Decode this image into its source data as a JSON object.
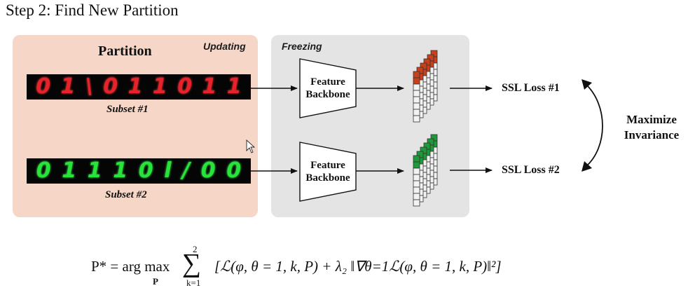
{
  "slide": {
    "title": "Step 2: Find New Partition"
  },
  "panels": {
    "updating_label": "Updating",
    "freezing_label": "Freezing"
  },
  "partition": {
    "title": "Partition",
    "subsets": [
      {
        "label": "Subset #1",
        "digits": [
          "0",
          "1",
          "\\",
          "0",
          "1",
          "1",
          "0",
          "1",
          "1"
        ],
        "color": "#e8222a"
      },
      {
        "label": "Subset #2",
        "digits": [
          "0",
          "1",
          "1",
          "1",
          "0",
          "l",
          "/",
          "0",
          "0"
        ],
        "color": "#27e33a"
      }
    ]
  },
  "backbone": {
    "label_line1": "Feature",
    "label_line2": "Backbone"
  },
  "losses": [
    {
      "label": "SSL Loss #1"
    },
    {
      "label": "SSL Loss #2"
    }
  ],
  "objective": {
    "line1": "Maximize",
    "line2": "Invariance"
  },
  "feature_colors": {
    "subset1": "#c8401c",
    "subset2": "#1f9a3a"
  },
  "formula": {
    "lhs": "P* = arg max",
    "under": "P",
    "sum_top": "2",
    "sum_bottom": "k=1",
    "body": "[ℒ(φ, θ = 1, k, P) + λ₂ ‖∇θ=1ℒ(φ, θ = 1, k, P)‖²]"
  }
}
